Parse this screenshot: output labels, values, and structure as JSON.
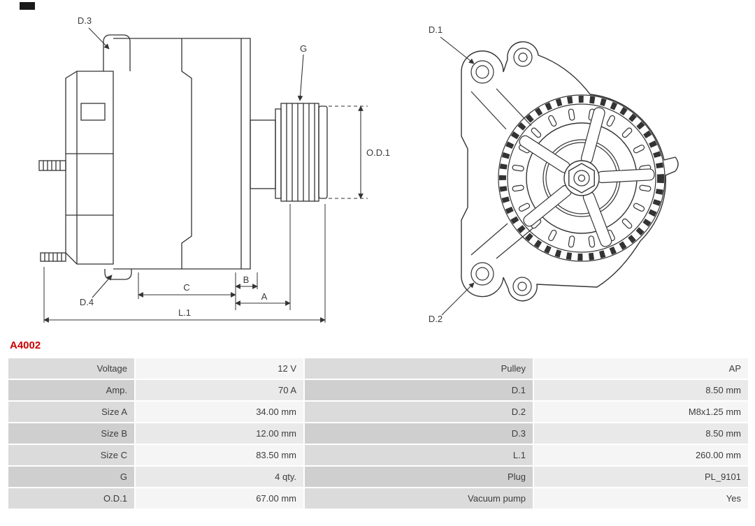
{
  "part_number": "A4002",
  "colors": {
    "accent_red": "#cc0000",
    "line": "#333333",
    "row_label_odd": "#dbdbdb",
    "row_value_odd": "#f5f5f5",
    "row_label_even": "#cfcfcf",
    "row_value_even": "#e9e9e9"
  },
  "side_view": {
    "labels": {
      "d3": "D.3",
      "d4": "D.4",
      "g": "G",
      "od1": "O.D.1",
      "c": "C",
      "b": "B",
      "a": "A",
      "l1": "L.1"
    }
  },
  "front_view": {
    "labels": {
      "d1": "D.1",
      "d2": "D.2"
    }
  },
  "specs": {
    "rows": [
      [
        "Voltage",
        "12 V",
        "Pulley",
        "AP"
      ],
      [
        "Amp.",
        "70 A",
        "D.1",
        "8.50 mm"
      ],
      [
        "Size A",
        "34.00 mm",
        "D.2",
        "M8x1.25 mm"
      ],
      [
        "Size B",
        "12.00 mm",
        "D.3",
        "8.50 mm"
      ],
      [
        "Size C",
        "83.50 mm",
        "L.1",
        "260.00 mm"
      ],
      [
        "G",
        "4 qty.",
        "Plug",
        "PL_9101"
      ],
      [
        "O.D.1",
        "67.00 mm",
        "Vacuum pump",
        "Yes"
      ]
    ]
  }
}
